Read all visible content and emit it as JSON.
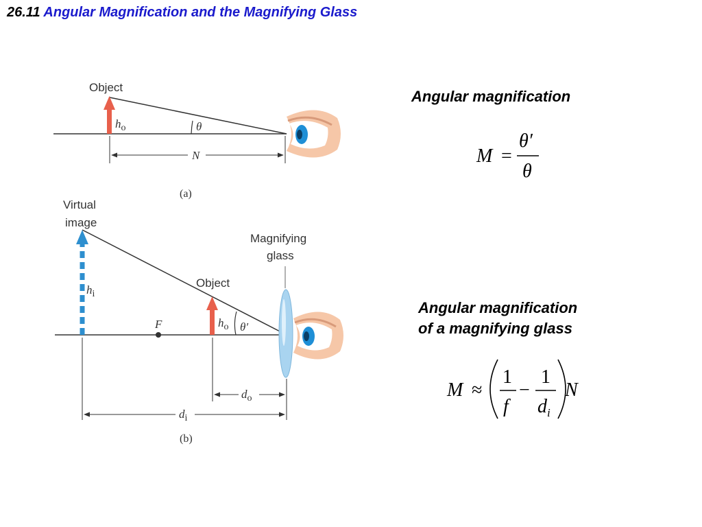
{
  "slide": {
    "section_number": "26.11",
    "title": "Angular Magnification and the Magnifying Glass"
  },
  "figure_a": {
    "object_label": "Object",
    "height_symbol": "h",
    "height_subscript": "o",
    "angle_symbol": "θ",
    "distance_symbol": "N",
    "caption": "(a)"
  },
  "figure_b": {
    "virtual_image_label_line1": "Virtual",
    "virtual_image_label_line2": "image",
    "image_height_symbol": "h",
    "image_height_subscript": "i",
    "lens_label_line1": "Magnifying",
    "lens_label_line2": "glass",
    "object_label": "Object",
    "focal_point_symbol": "F",
    "object_height_symbol": "h",
    "object_height_subscript": "o",
    "angle_symbol": "θ′",
    "object_distance_symbol": "d",
    "object_distance_subscript": "o",
    "image_distance_symbol": "d",
    "image_distance_subscript": "i",
    "caption": "(b)"
  },
  "equations": {
    "angular_heading": "Angular magnification",
    "angular_lhs": "M",
    "angular_eq": "=",
    "angular_num": "θ′",
    "angular_den": "θ",
    "glass_heading_line1": "Angular magnification",
    "glass_heading_line2": "of a magnifying glass",
    "glass_lhs": "M",
    "glass_approx": "≈",
    "glass_one_a": "1",
    "glass_f": "f",
    "glass_minus": "−",
    "glass_one_b": "1",
    "glass_d": "d",
    "glass_d_sub": "i",
    "glass_N": "N"
  },
  "colors": {
    "title_blue": "#1a1acc",
    "object_arrow": "#e8604c",
    "virtual_image_arrow": "#2e8fcf",
    "lens_fill": "#a9d4f0",
    "eye_iris": "#1f8fd6",
    "skin": "#f6c7a8"
  }
}
